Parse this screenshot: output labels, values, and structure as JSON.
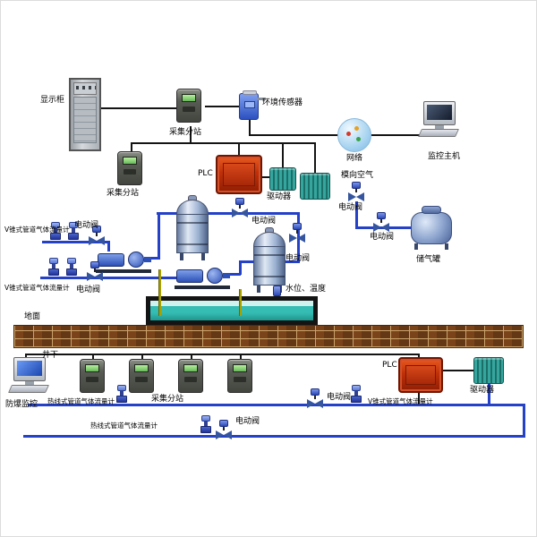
{
  "diagram": {
    "surface": {
      "display_cabinet": "显示柜",
      "substation": "采集分站",
      "env_sensor": "环境传感器",
      "network": "网络",
      "monitor_host": "监控主机",
      "plc": "PLC",
      "driver": "驱动器",
      "lateral_air": "模向空气",
      "electric_valve": "电动阀",
      "gas_tank": "储气罐",
      "vcone_flowmeter": "V锥式管道气体流量计",
      "water_level_temp": "水位、温度",
      "ground": "地面"
    },
    "underground": {
      "zone": "井下",
      "explosionproof_monitor": "防爆监控",
      "substation": "采集分站",
      "hotwire_flowmeter": "热线式管道气体流量计",
      "electric_valve": "电动阀",
      "vcone_flowmeter": "V锥式管道气体流量计",
      "plc": "PLC",
      "driver": "驱动器"
    },
    "colors": {
      "pipe": "#2441c8",
      "signal": "#141414",
      "plc_red": "#c03008",
      "driver_teal": "#2f9e96",
      "water": "#2fb5ad",
      "brick": "#7a431a",
      "drain_pipe_yellow": "#a8a000"
    }
  }
}
